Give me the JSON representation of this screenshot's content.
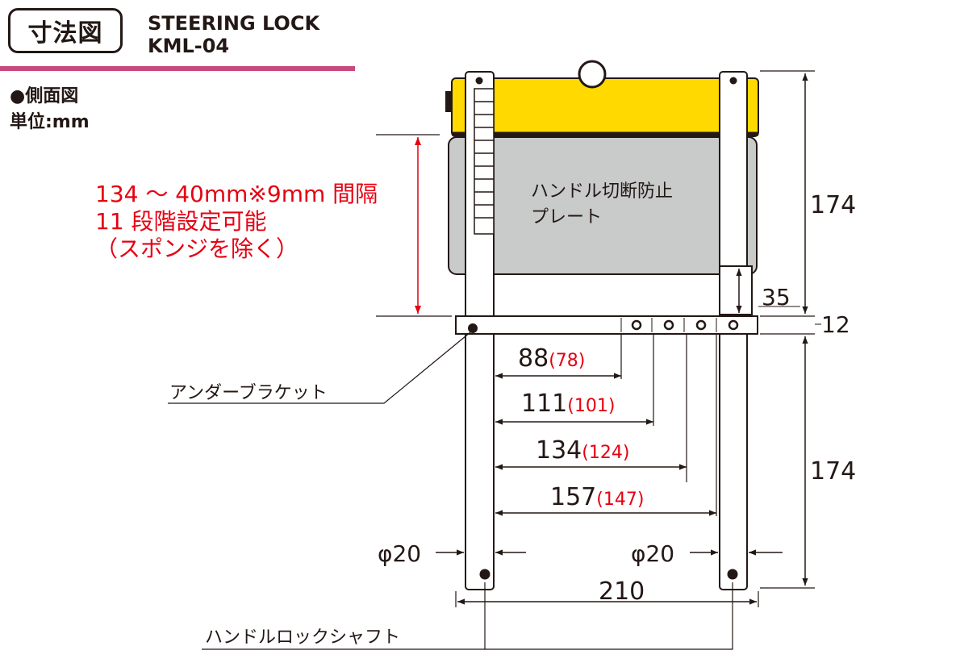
{
  "header": {
    "badge": "寸法図",
    "title_line1": "STEERING LOCK",
    "title_line2": "KML-04"
  },
  "view": {
    "name": "●側面図",
    "unit": "単位:mm"
  },
  "note": {
    "line1": "134 ～ 40mm※9mm 間隔",
    "line2": "11 段階設定可能",
    "line3": "（スポンジを除く）"
  },
  "labels": {
    "plate_line1": "ハンドル切断防止",
    "plate_line2": "プレート",
    "under_bracket": "アンダーブラケット",
    "shaft": "ハンドルロックシャフト"
  },
  "dimensions": {
    "upper_height": "174",
    "lower_height": "174",
    "slot_height": "35",
    "bracket_thickness": "12",
    "total_width": "210",
    "diameter_left": "φ20",
    "diameter_right": "φ20",
    "hole_distances": [
      {
        "value": "88",
        "alt": "(78)"
      },
      {
        "value": "111",
        "alt": "(101)"
      },
      {
        "value": "134",
        "alt": "(124)"
      },
      {
        "value": "157",
        "alt": "(147)"
      }
    ]
  },
  "colors": {
    "accent_rule": "#c8497c",
    "note_red": "#e60012",
    "yellow_bar": "#ffd900",
    "plate_gray": "#c9caca",
    "line": "#231815"
  }
}
